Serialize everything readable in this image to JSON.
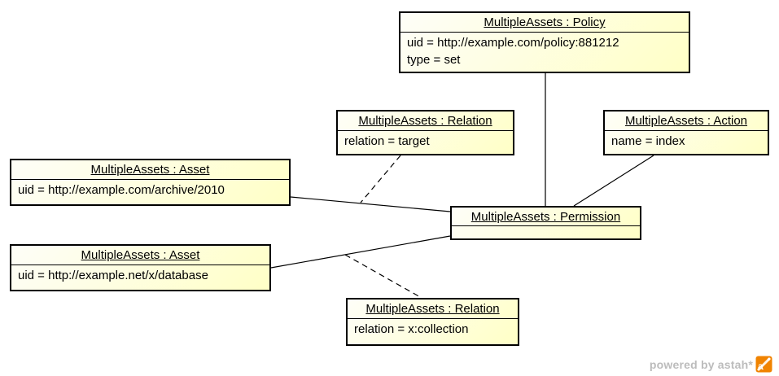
{
  "diagram": {
    "type": "uml-object-diagram",
    "objects": [
      {
        "name": "policy",
        "title": "MultipleAssets : Policy",
        "attributes": [
          "uid = http://example.com/policy:881212",
          "type = set"
        ]
      },
      {
        "name": "relation-target",
        "title": "MultipleAssets : Relation",
        "attributes": [
          "relation = target"
        ]
      },
      {
        "name": "action",
        "title": "MultipleAssets : Action",
        "attributes": [
          "name = index"
        ]
      },
      {
        "name": "asset-archive",
        "title": "MultipleAssets : Asset",
        "attributes": [
          "uid = http://example.com/archive/2010"
        ]
      },
      {
        "name": "asset-database",
        "title": "MultipleAssets : Asset",
        "attributes": [
          "uid = http://example.net/x/database"
        ]
      },
      {
        "name": "permission",
        "title": "MultipleAssets : Permission",
        "attributes": []
      },
      {
        "name": "relation-collection",
        "title": "MultipleAssets : Relation",
        "attributes": [
          "relation = x:collection"
        ]
      }
    ],
    "links": [
      {
        "from": "policy",
        "to": "permission",
        "style": "solid"
      },
      {
        "from": "action",
        "to": "permission",
        "style": "solid"
      },
      {
        "from": "asset-archive",
        "to": "permission",
        "style": "solid"
      },
      {
        "from": "asset-database",
        "to": "permission",
        "style": "solid"
      },
      {
        "from": "relation-target",
        "to": "link(asset-archive, permission)",
        "style": "dashed"
      },
      {
        "from": "relation-collection",
        "to": "link(asset-database, permission)",
        "style": "dashed"
      }
    ]
  },
  "watermark": {
    "text": "powered by astah*",
    "logo": "astah-logo",
    "text_color": "#bcbcbc",
    "logo_color": "#f08300"
  },
  "colors": {
    "background": "#ffffff",
    "object_fill_start": "#fefef8",
    "object_fill_end": "#ffffc6",
    "object_border": "#000000",
    "link_color": "#000000"
  }
}
